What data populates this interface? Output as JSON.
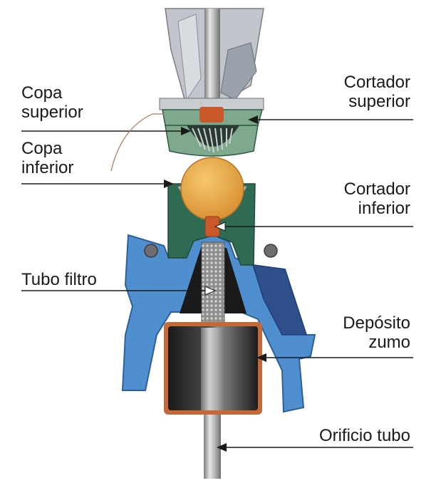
{
  "labels": {
    "copa_superior": [
      "Copa",
      "superior"
    ],
    "copa_inferior": [
      "Copa",
      "inferior"
    ],
    "tubo_filtro": "Tubo filtro",
    "cortador_superior": [
      "Cortador",
      "superior"
    ],
    "cortador_inferior": [
      "Cortador",
      "inferior"
    ],
    "deposito_zumo": [
      "Depósito",
      "zumo"
    ],
    "orificio_tubo": "Orificio tubo"
  },
  "colors": {
    "body_blue": "#4f8fcf",
    "body_blue_dark": "#2f5f9a",
    "cup_green": "#2f6b52",
    "cup_light_green": "#7fa98c",
    "fruit_orange": "#e9a94a",
    "cutter_orange": "#c9582a",
    "metal": "#b8b8b8",
    "tank_dark": "#2a2a2a"
  }
}
